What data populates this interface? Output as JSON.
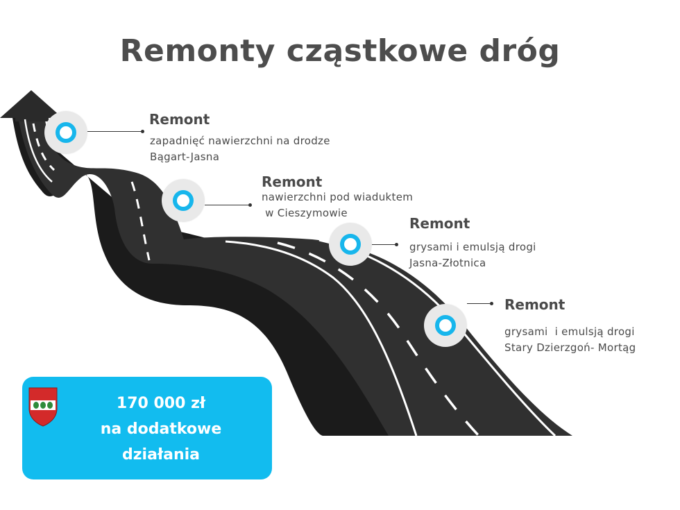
{
  "title": "Remonty cząstkowe dróg",
  "items": [
    {
      "heading": "Remont",
      "description": "zapadnięć nawierzchni na drodze\nBągart-Jasna"
    },
    {
      "heading": "Remont",
      "description": "nawierzchni pod wiaduktem\n w Cieszymowie"
    },
    {
      "heading": "Remont",
      "description": "grysami i emulsją drogi\nJasna-Złotnica"
    },
    {
      "heading": "Remont",
      "description": "grysami  i emulsją drogi\nStary Dzierzgoń- Mortąg"
    }
  ],
  "summary": {
    "lines": [
      "170 000 zł",
      "na dodatkowe",
      "działania"
    ]
  },
  "icons": {
    "marker": "location-marker-icon",
    "emblem": "coat-of-arms-icon",
    "arrow": "road-arrow-icon"
  },
  "colors": {
    "accent": "#17b6ec",
    "summary_bg": "#12bcef",
    "road": "#2f2f2f",
    "road_edge": "#1a1a1a",
    "marker_bg": "#e9e9e9",
    "title": "#4d4d4d",
    "emblem_red": "#d32a2a",
    "emblem_green": "#2e8b3a"
  }
}
